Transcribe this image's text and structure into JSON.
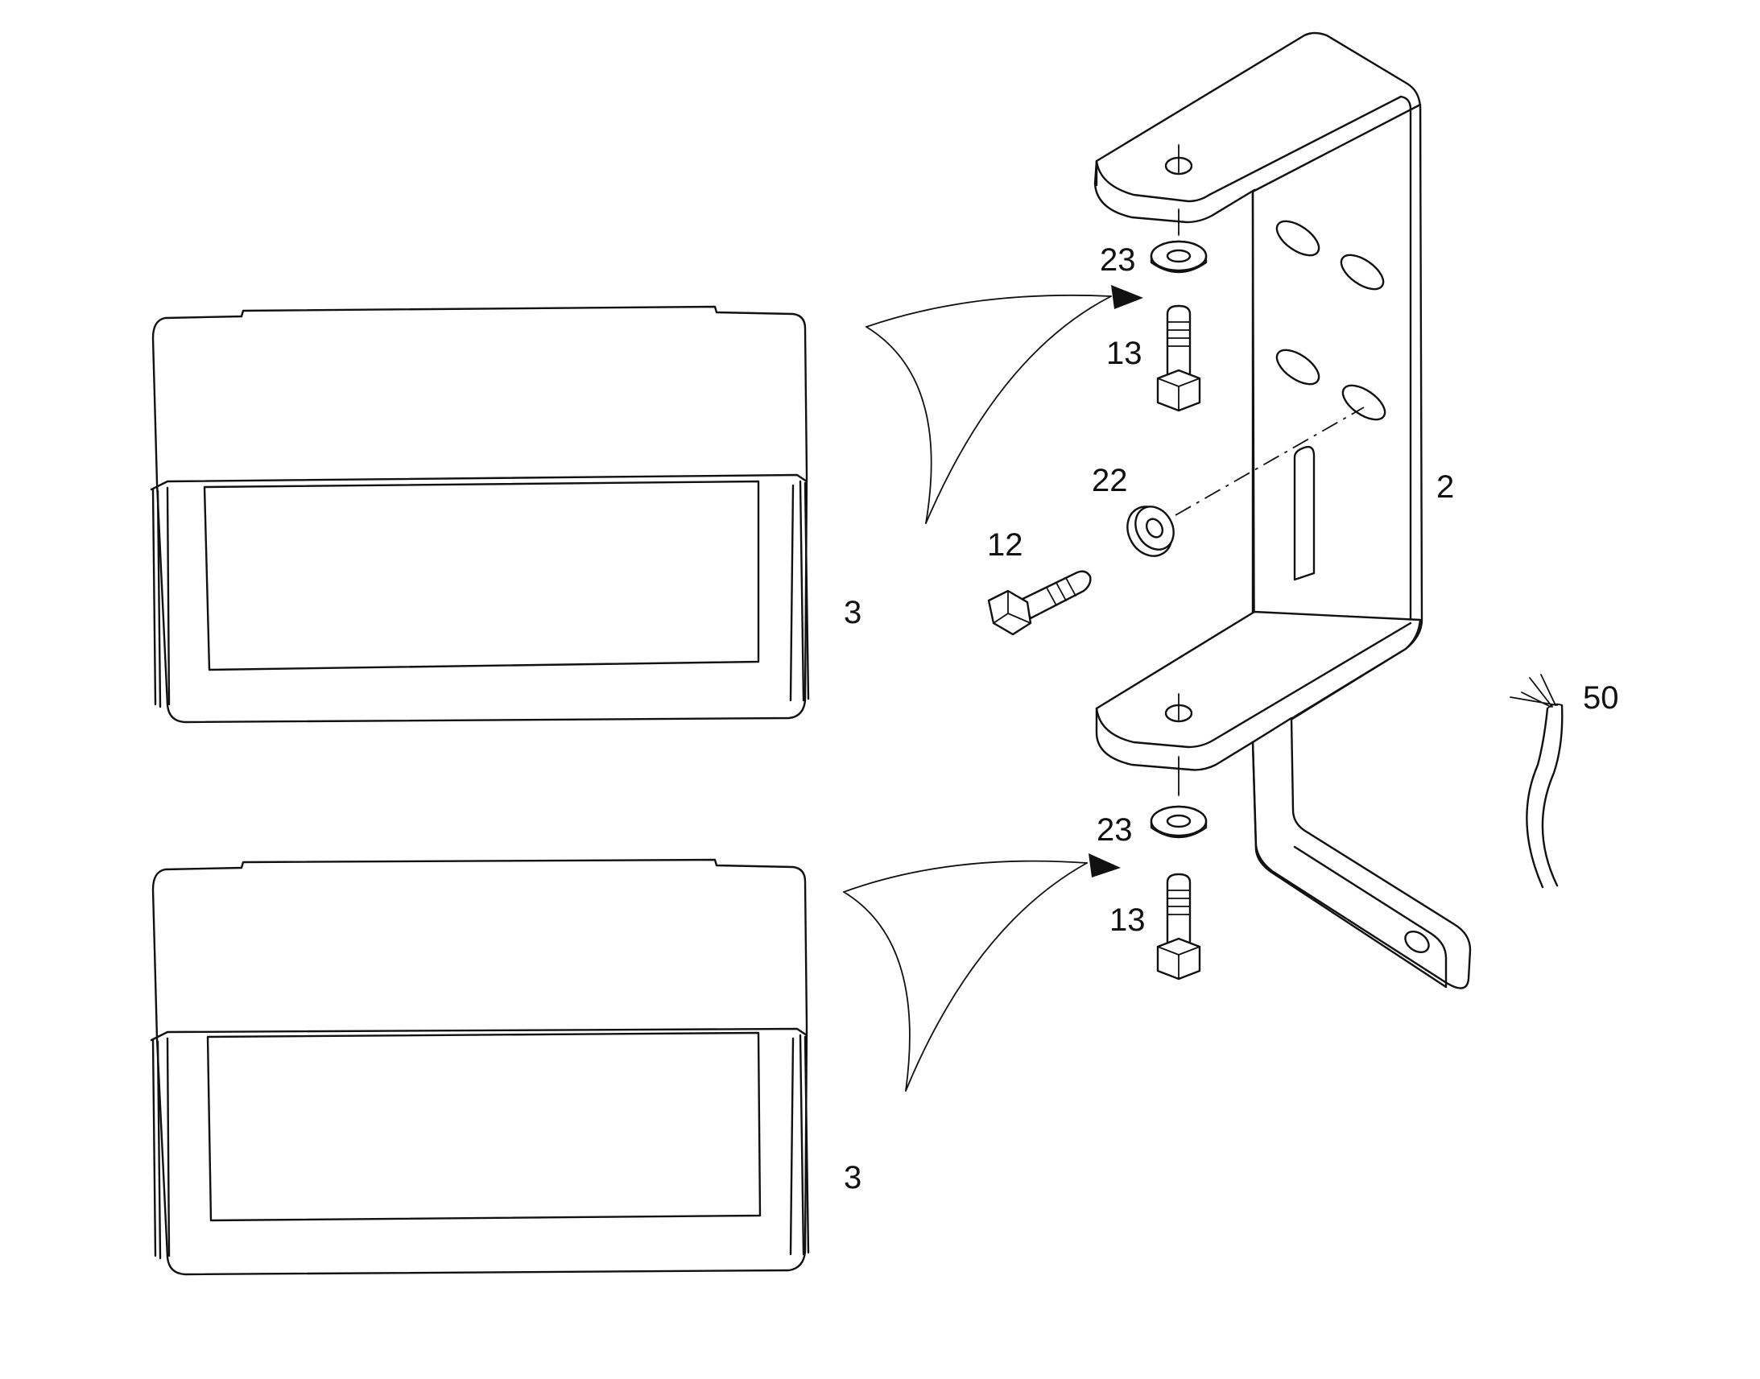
{
  "diagram": {
    "parts": [
      {
        "id": "bracket",
        "label": "2"
      },
      {
        "id": "upper-cover",
        "label": "3"
      },
      {
        "id": "lower-cover",
        "label": "3"
      },
      {
        "id": "bolt-side",
        "label": "12"
      },
      {
        "id": "bolt-upper",
        "label": "13"
      },
      {
        "id": "bolt-lower",
        "label": "13"
      },
      {
        "id": "washer-side",
        "label": "22"
      },
      {
        "id": "washer-upper",
        "label": "23"
      },
      {
        "id": "washer-lower",
        "label": "23"
      },
      {
        "id": "wire",
        "label": "50"
      }
    ]
  }
}
